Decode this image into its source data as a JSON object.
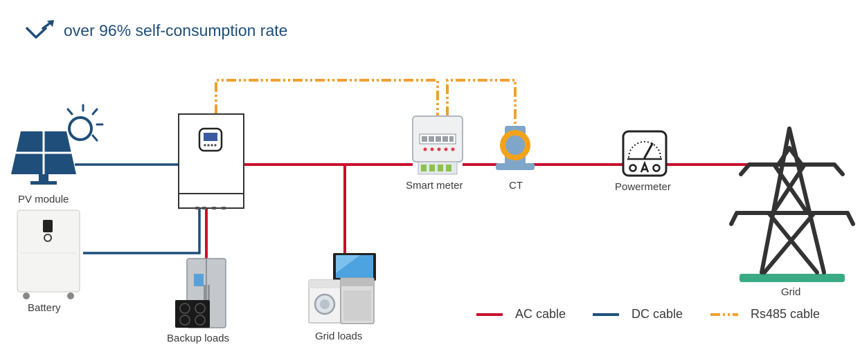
{
  "headline": {
    "text": "over 96% self-consumption rate",
    "icon": "trend-up-check-icon",
    "color": "#1f4e7a"
  },
  "components": {
    "pv_module": "PV module",
    "battery": "Battery",
    "backup_loads": "Backup loads",
    "grid_loads": "Grid loads",
    "smart_meter": "Smart meter",
    "ct": "CT",
    "powermeter": "Powermeter",
    "grid": "Grid"
  },
  "legend": {
    "ac": {
      "label": "AC cable",
      "color": "#c8102e"
    },
    "dc": {
      "label": "DC cable",
      "color": "#1f4e7a"
    },
    "rs485": {
      "label": "Rs485 cable",
      "color": "#f0a030"
    }
  }
}
